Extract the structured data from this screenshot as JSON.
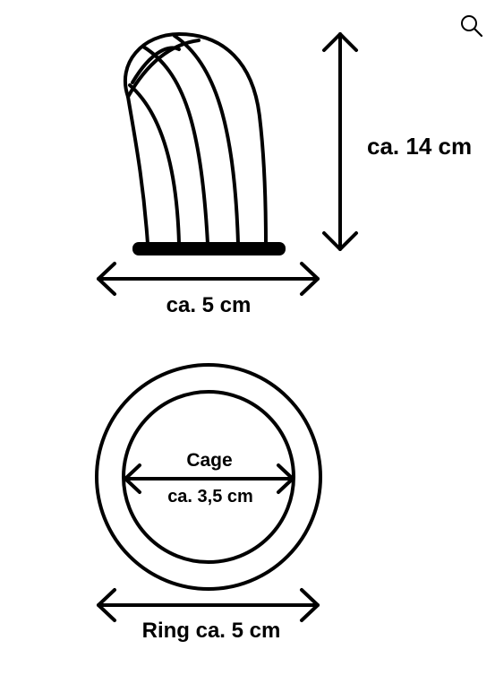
{
  "colors": {
    "ink": "#000000",
    "background": "#ffffff"
  },
  "toolbar": {
    "zoom_icon": "magnifier-icon"
  },
  "product_side": {
    "height_label": "ca. 14 cm",
    "base_width_label": "ca. 5 cm"
  },
  "product_top": {
    "cage_label": "Cage",
    "cage_size_label": "ca. 3,5 cm",
    "ring_label": "Ring ca. 5 cm"
  }
}
